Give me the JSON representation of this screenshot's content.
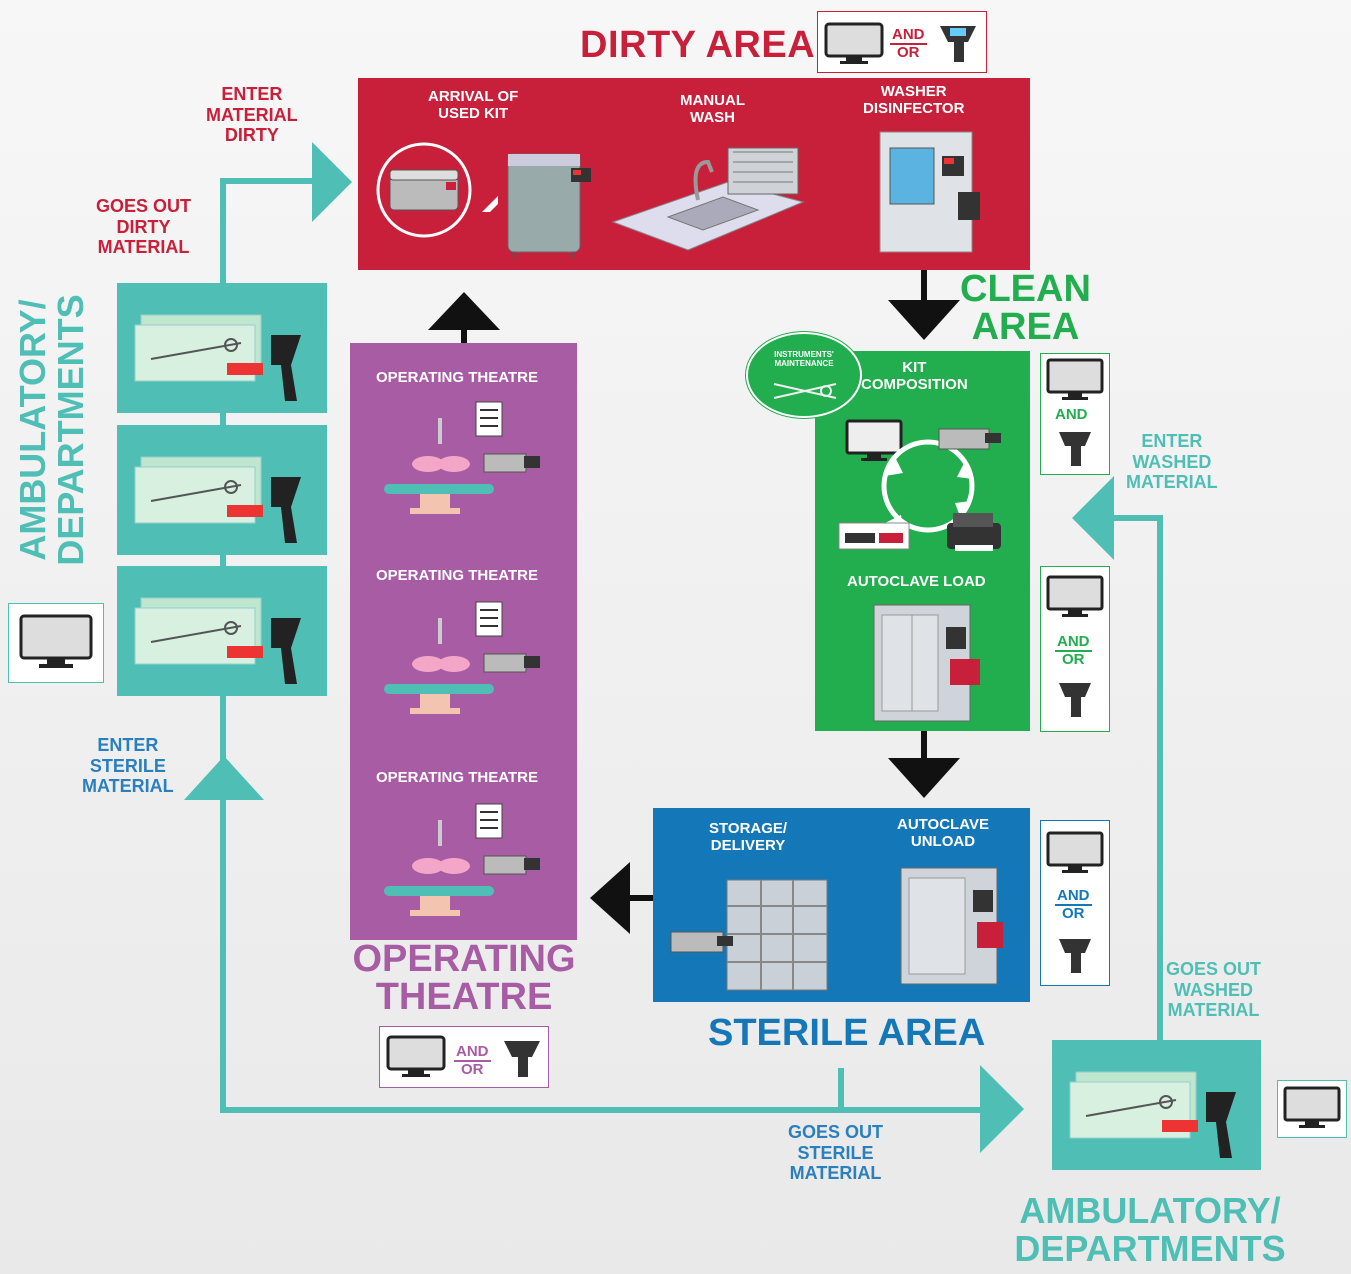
{
  "colors": {
    "dirty": "#c8203a",
    "clean": "#22ad4f",
    "sterile": "#1478b8",
    "theatre": "#a85ca4",
    "teal": "#4fbfb5",
    "blue_text": "#2a7fbf"
  },
  "dirty": {
    "title": "DIRTY AREA",
    "and": "AND",
    "or": "OR",
    "arrival": "ARRIVAL OF\nUSED KIT",
    "manual": "MANUAL\nWASH",
    "washer": "WASHER\nDISINFECTOR"
  },
  "clean": {
    "title": "CLEAN\nAREA",
    "kit": "KIT\nCOMPOSITION",
    "maint": "INSTRUMENTS'\nMAINTENANCE",
    "autoclave_load": "AUTOCLAVE LOAD",
    "and1": "AND",
    "and2": "AND",
    "or2": "OR"
  },
  "sterile": {
    "title": "STERILE AREA",
    "storage": "STORAGE/\nDELIVERY",
    "unload": "AUTOCLAVE\nUNLOAD",
    "and": "AND",
    "or": "OR"
  },
  "theatre": {
    "title": "OPERATING\nTHEATRE",
    "item1": "OPERATING THEATRE",
    "item2": "OPERATING THEATRE",
    "item3": "OPERATING THEATRE",
    "and": "AND",
    "or": "OR"
  },
  "ambulatory": {
    "left": "AMBULATORY/\nDEPARTMENTS",
    "right": "AMBULATORY/\nDEPARTMENTS"
  },
  "flows": {
    "enter_dirty": "ENTER\nMATERIAL\nDIRTY",
    "goes_out_dirty": "GOES OUT\nDIRTY\nMATERIAL",
    "enter_sterile": "ENTER\nSTERILE\nMATERIAL",
    "enter_washed": "ENTER\nWASHED\nMATERIAL",
    "goes_out_washed": "GOES OUT\nWASHED\nMATERIAL",
    "goes_out_sterile": "GOES OUT\nSTERILE\nMATERIAL"
  },
  "icons": [
    "monitor-icon",
    "handheld-scanner-icon",
    "barcode-scanner-icon",
    "instrument-pack-icon",
    "autoclave-icon",
    "sink-icon",
    "washer-icon",
    "printer-icon",
    "shelf-icon",
    "surgical-lamp-icon",
    "operating-table-icon",
    "container-icon"
  ]
}
